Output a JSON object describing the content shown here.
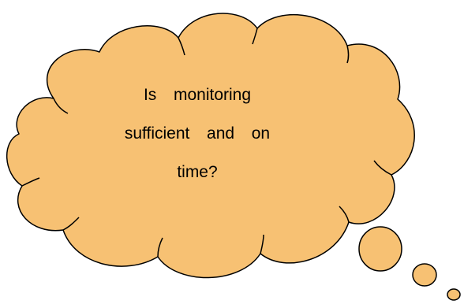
{
  "thought_bubble": {
    "lines": [
      "Is  monitoring",
      "sufficient  and  on",
      "time?"
    ],
    "fill_color": "#f7c173",
    "stroke_color": "#000000"
  }
}
